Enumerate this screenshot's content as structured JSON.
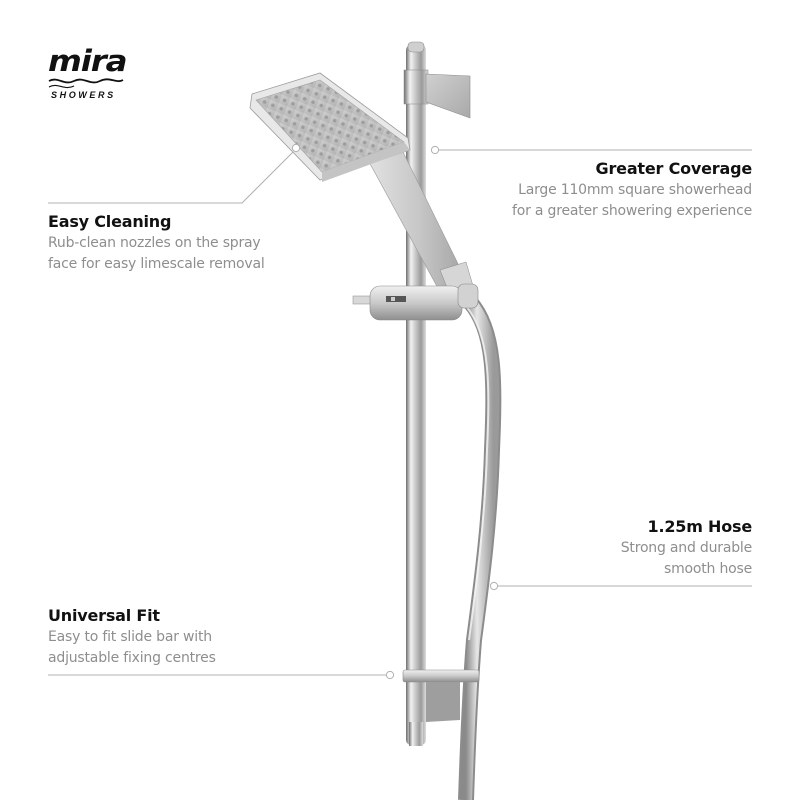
{
  "brand": {
    "name": "mira",
    "tagline": "SHOWERS"
  },
  "features": [
    {
      "id": "greater-coverage",
      "title": "Greater Coverage",
      "description_lines": [
        "Large 110mm square showerhead",
        "for a greater showering experience"
      ],
      "align": "right"
    },
    {
      "id": "easy-cleaning",
      "title": "Easy Cleaning",
      "description_lines": [
        "Rub-clean nozzles on the spray",
        "face for easy limescale removal"
      ],
      "align": "left"
    },
    {
      "id": "hose",
      "title": "1.25m Hose",
      "description_lines": [
        "Strong and durable",
        "smooth hose"
      ],
      "align": "right"
    },
    {
      "id": "universal-fit",
      "title": "Universal Fit",
      "description_lines": [
        "Easy to fit slide bar with",
        "adjustable fixing centres"
      ],
      "align": "left"
    }
  ],
  "colors": {
    "background": "#ffffff",
    "title_text": "#111111",
    "body_text": "#8e8e8e",
    "callout_line": "#b0b0b0",
    "chrome_light": "#e4e4e4",
    "chrome_mid": "#bdbdbd",
    "chrome_dark": "#7a7a7a"
  }
}
